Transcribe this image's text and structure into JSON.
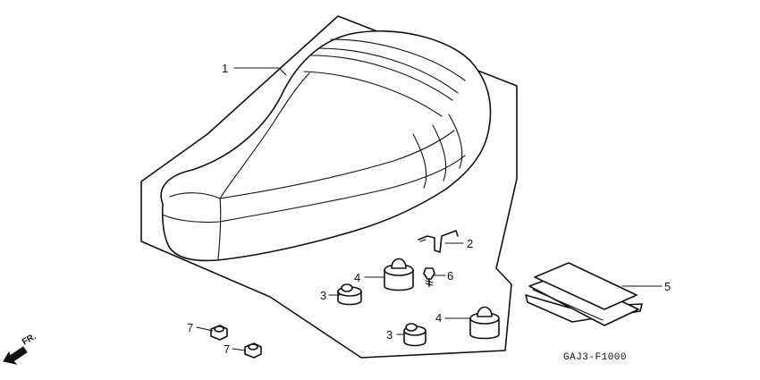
{
  "callouts": {
    "seat": "1",
    "bracket": "2",
    "cushion_small_front": "3",
    "cushion_small_rear": "3",
    "cushion_large_front": "4",
    "cushion_large_rear": "4",
    "manual": "5",
    "bolt": "6",
    "nut_upper": "7",
    "nut_lower": "7"
  },
  "direction_label": "FR.",
  "diagram_code": "GAJ3-F1000"
}
